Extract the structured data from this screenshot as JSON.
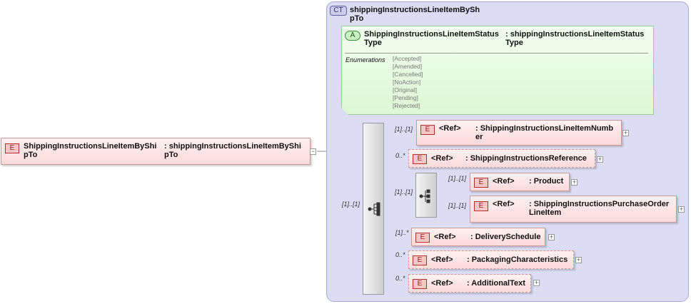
{
  "root": {
    "badge": "E",
    "name": "ShippingInstructionsLineItemByShi\npTo",
    "type": ": shippingInstructionsLineItemByShi\npTo"
  },
  "complex_type": {
    "badge": "CT",
    "name": "shippingInstructionsLineItemBySh\npTo"
  },
  "attribute": {
    "badge": "A",
    "name": "ShippingInstructionsLineItemStatus\nType",
    "type": ": shippingInstructionsLineItemStatus\nType",
    "enum_label": "Enumerations",
    "enumerations": [
      "[Accepted]",
      "[Amended]",
      "[Cancelled]",
      "[NoAction]",
      "[Original]",
      "[Pending]",
      "[Rejected]"
    ]
  },
  "sequence_cardinality": "[1]..[1]",
  "children": [
    {
      "badge": "E",
      "ref": "<Ref>",
      "name": ": ShippingInstructionsLineItemNumb\ner",
      "card": "[1]..[1]"
    },
    {
      "badge": "E",
      "ref": "<Ref>",
      "name": ": ShippingInstructionsReference",
      "card": "0..*"
    },
    {
      "badge": "E",
      "ref": "<Ref>",
      "name": ": DeliverySchedule",
      "card": "[1]..*"
    },
    {
      "badge": "E",
      "ref": "<Ref>",
      "name": ": PackagingCharacteristics",
      "card": "0..*"
    },
    {
      "badge": "E",
      "ref": "<Ref>",
      "name": ": AdditionalText",
      "card": "0..*"
    }
  ],
  "choice": {
    "card": "[1]..[1]",
    "children": [
      {
        "badge": "E",
        "ref": "<Ref>",
        "name": ": Product",
        "card": "[1]..[1]"
      },
      {
        "badge": "E",
        "ref": "<Ref>",
        "name": ": ShippingInstructionsPurchaseOrder\nLineItem",
        "card": "[1]..[1]"
      }
    ]
  },
  "expand_symbol": "+",
  "collapse_symbol": "−"
}
